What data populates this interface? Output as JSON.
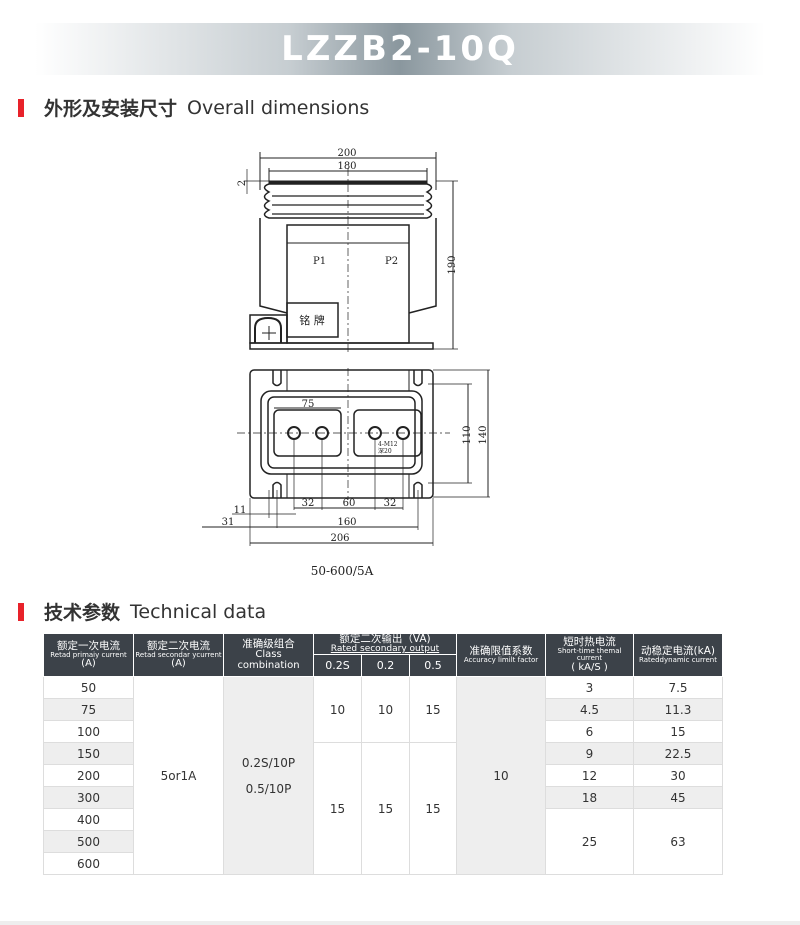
{
  "title": "LZZB2-10Q",
  "section1": {
    "cn": "外形及安装尺寸",
    "en": "Overall dimensions"
  },
  "drawing": {
    "dims": {
      "d200": "200",
      "d180": "180",
      "d2": "2",
      "d190": "190",
      "d75": "75",
      "d110": "110",
      "d140": "140",
      "d32a": "32",
      "d60": "60",
      "d32b": "32",
      "d11": "11",
      "d31": "31",
      "d160": "160",
      "d206": "206"
    },
    "labels": {
      "p1": "P1",
      "p2": "P2",
      "nameplate": "铭 牌",
      "bolt1": "4-M12",
      "bolt2": "深20"
    },
    "caption": "50-600/5A"
  },
  "section2": {
    "cn": "技术参数",
    "en": "Technical data"
  },
  "table": {
    "headers": {
      "primary": {
        "cn": "额定一次电流",
        "en": "Retad primaiy current",
        "unit": "(A)"
      },
      "secondary": {
        "cn": "额定二次电流",
        "en": "Retad secondar ycurrent",
        "unit": "(A)"
      },
      "class": {
        "cn": "准确级组合",
        "en": "Class combination"
      },
      "output": {
        "cn": "额定二次输出（VA)",
        "en": "Rated secondary output",
        "sub": [
          "0.2S",
          "0.2",
          "0.5"
        ]
      },
      "alf": {
        "cn": "准确限值系数",
        "en": "Accuracy limilt factor"
      },
      "thermal": {
        "cn": "短时热电流",
        "en": "Short-time themal current",
        "unit": "( kA/S )"
      },
      "dynamic": {
        "cn": "动稳定电流(kA)",
        "en": "Rateddynamic current"
      }
    },
    "primary": [
      "50",
      "75",
      "100",
      "150",
      "200",
      "300",
      "400",
      "500",
      "600"
    ],
    "secondary": "5or1A",
    "class": [
      "0.2S/10P",
      "0.5/10P"
    ],
    "output_groups": [
      [
        "10",
        "10",
        "15"
      ],
      [
        "15",
        "15",
        "15"
      ]
    ],
    "alf": "10",
    "thermal": [
      "3",
      "4.5",
      "6",
      "9",
      "12",
      "18",
      "25"
    ],
    "dynamic": [
      "7.5",
      "11.3",
      "15",
      "22.5",
      "30",
      "45",
      "63"
    ]
  }
}
